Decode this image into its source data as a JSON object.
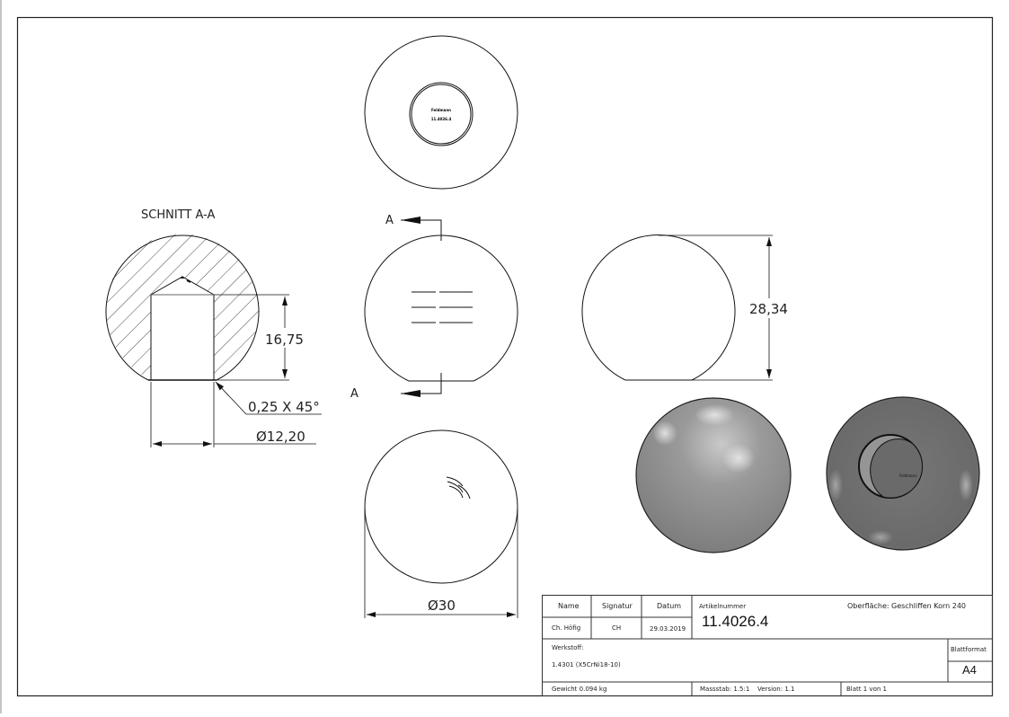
{
  "drawing": {
    "section_title": "SCHNITT A-A",
    "section_marker_top": "A",
    "section_marker_bottom": "A",
    "dimensions": {
      "bore_depth": "16,75",
      "chamfer": "0,25 X 45°",
      "bore_diameter": "Ø12,20",
      "height": "28,34",
      "ball_diameter": "Ø30"
    },
    "engraving": {
      "line1": "Feldmann",
      "line2": "11.4026.4"
    }
  },
  "title_block": {
    "headers": {
      "name": "Name",
      "signature": "Signatur",
      "date": "Datum"
    },
    "values": {
      "name": "Ch. Höfig",
      "signature": "CH",
      "date": "29.03.2019"
    },
    "article_label": "Artikelnummer",
    "article_number": "11.4026.4",
    "surface_label": "Oberfläche:",
    "surface_value": "Geschliffen Korn 240",
    "material_label": "Werkstoff:",
    "material_value": "1.4301 (X5CrNi18-10)",
    "format_label": "Blattformat",
    "format_value": "A4",
    "weight": "Gewicht 0.094 kg",
    "scale": "Massstab: 1.5:1",
    "version": "Version: 1.1",
    "sheet": "Blatt 1 von 1"
  }
}
